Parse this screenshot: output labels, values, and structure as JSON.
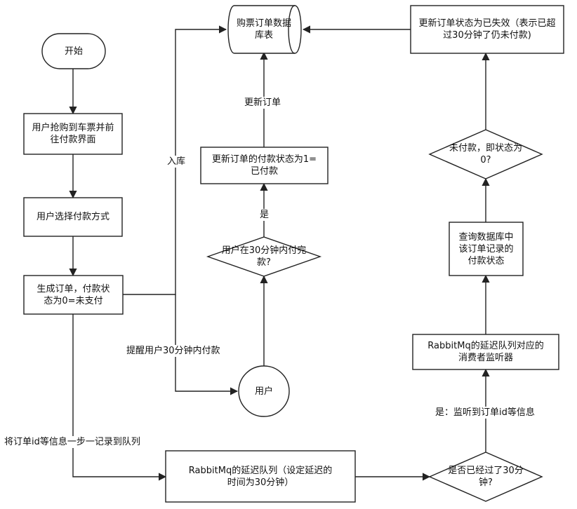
{
  "nodes": {
    "start": "开始",
    "grab_ticket": "用户抢购到车票并前\n往付款界面",
    "choose_payment": "用户选择付款方式",
    "create_order": "生成订单，付款状\n态为0=未支付",
    "user": "用户",
    "delay_queue": "RabbitMq的延迟队列（设定延迟的\n时间为30分钟）",
    "check_30min": "是否已经过了30分\n钟?",
    "consumer": "RabbitMq的延迟队列对应的\n消费者监听器",
    "query_db": "查询数据库中\n该订单记录的\n付款状态",
    "unpaid_check": "未付款，即状态为\n0?",
    "set_invalid": "更新订单状态为已失效（表示已超\n过30分钟了仍未付款)",
    "order_db": "购票订单数据\n库表",
    "paid_in_30": "用户在30分钟内付完\n款?",
    "set_paid": "更新订单的付款状态为1=\n已付款"
  },
  "edge_labels": {
    "store": "入库",
    "remind": "提醒用户30分钟内付款",
    "enqueue": "将订单id等信息一步一记录到队列",
    "yes_listen": "是：监听到订单id等信息",
    "yes": "是",
    "update_order": "更新订单"
  },
  "colors": {
    "stroke": "#222222",
    "fill": "#ffffff",
    "text": "#111111"
  }
}
